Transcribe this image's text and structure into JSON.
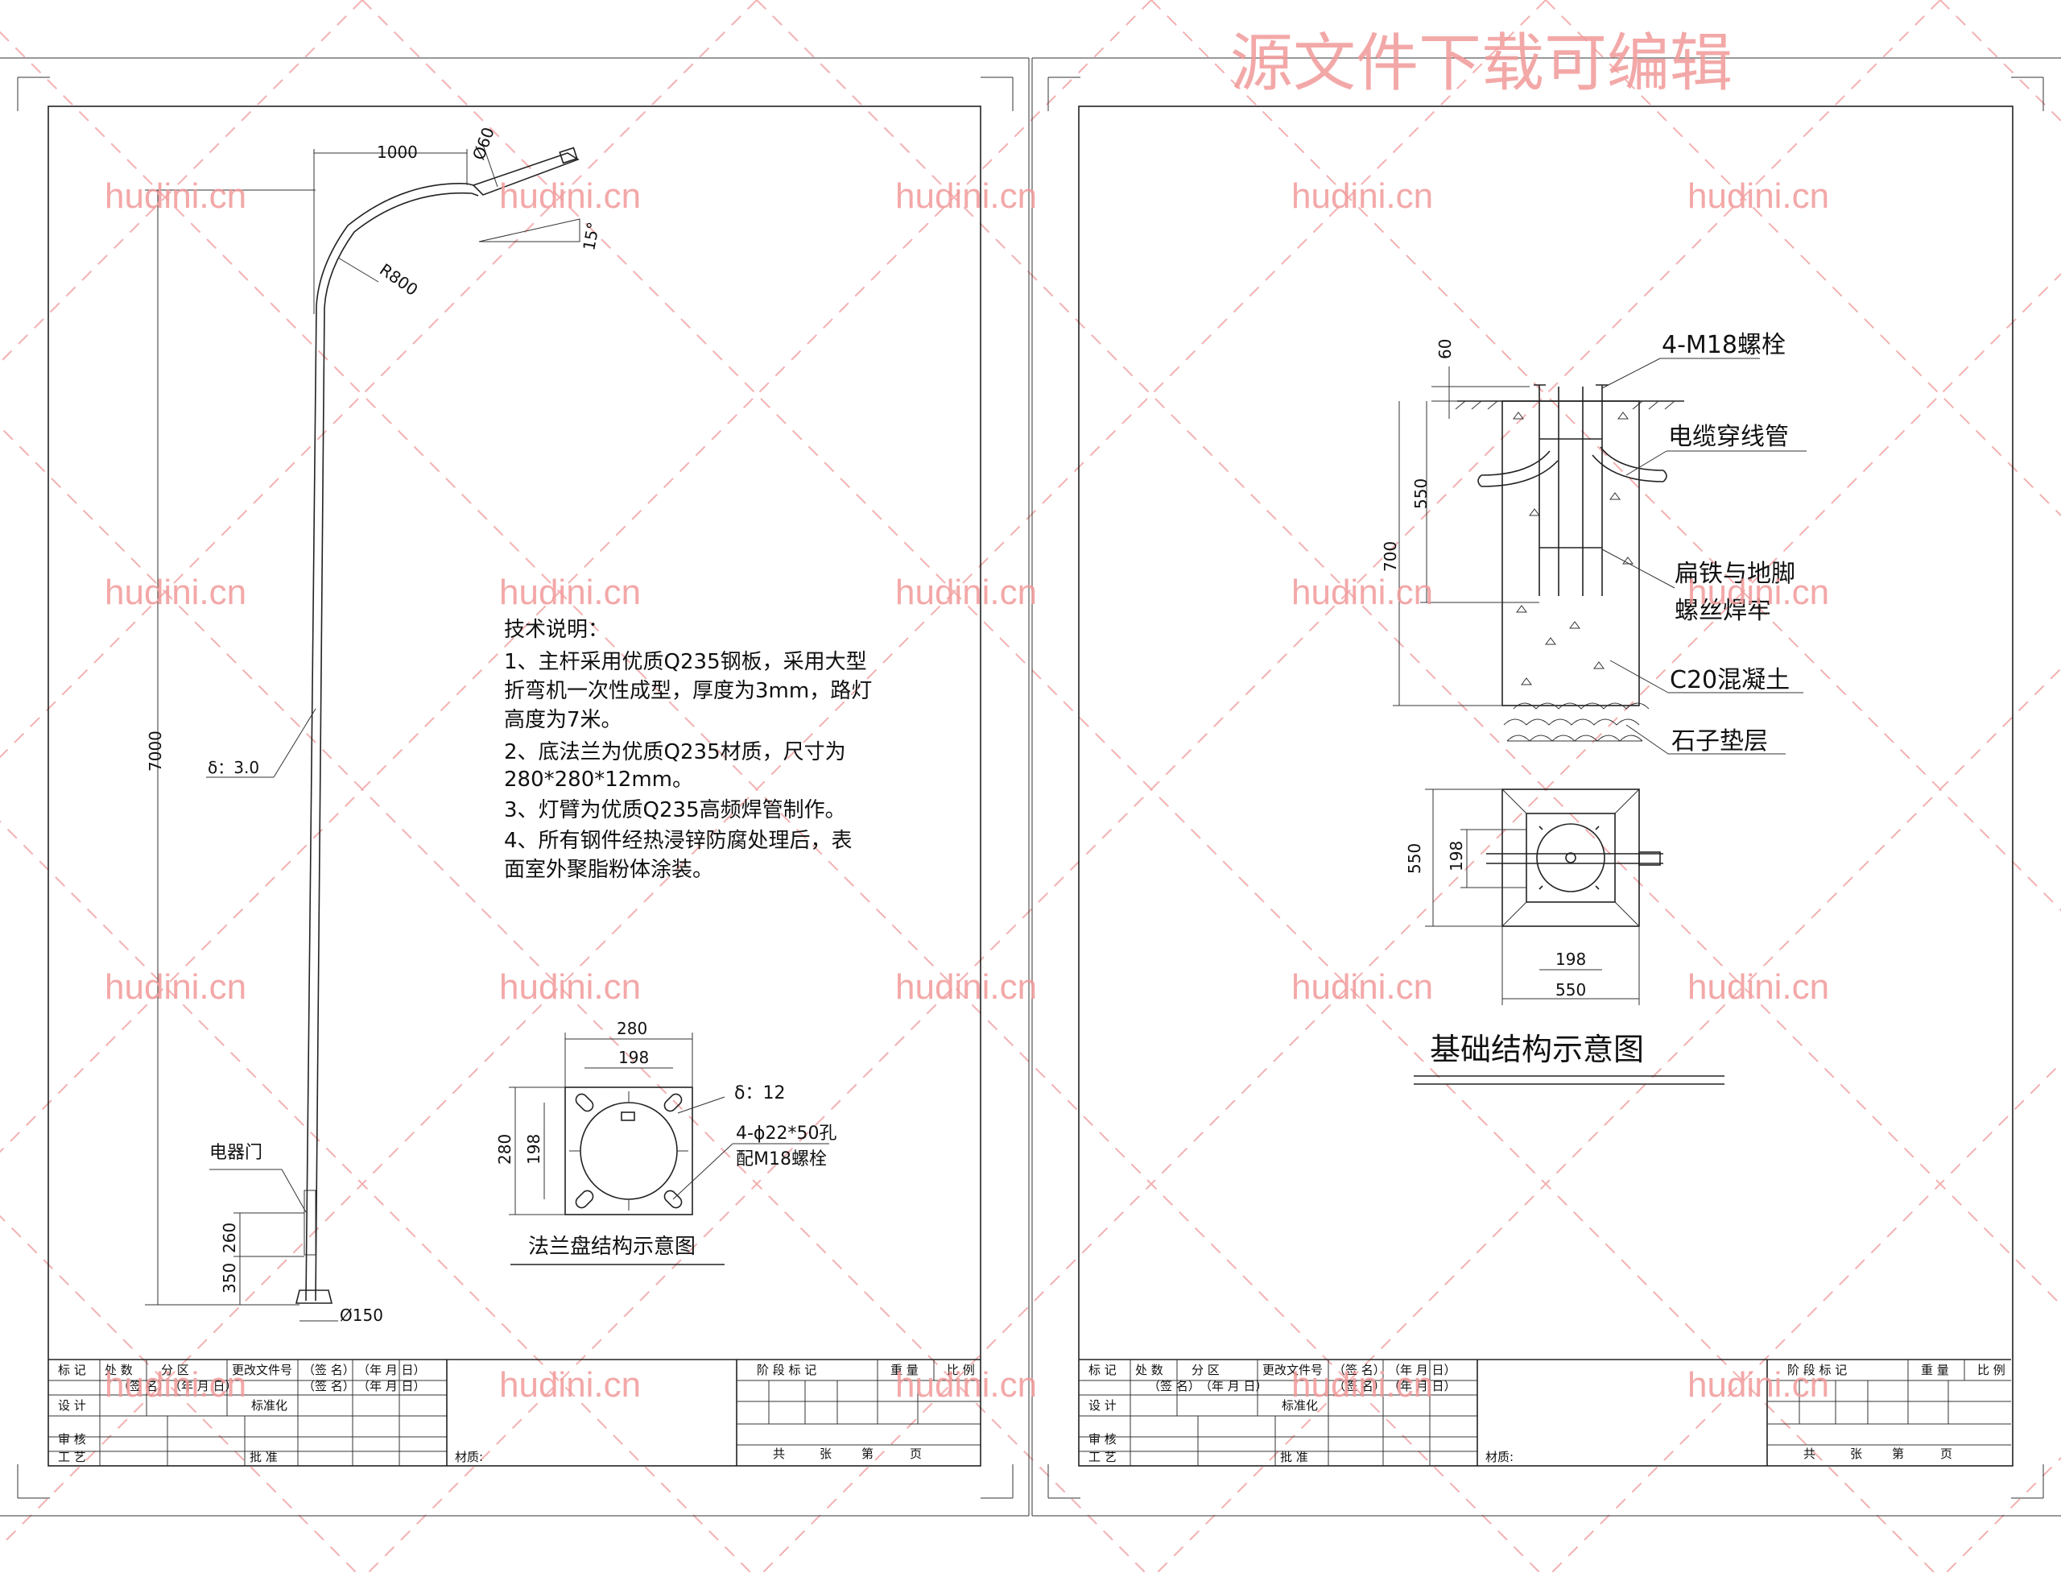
{
  "watermark": {
    "title": "源文件下载可编辑",
    "site": "hudini.cn"
  },
  "left_sheet": {
    "pole": {
      "arm_length": "1000",
      "arm_diameter": "Ø60",
      "arm_angle": "15°",
      "bend_radius": "R800",
      "height": "7000",
      "wall": "δ：3.0",
      "door_label": "电器门",
      "door_height": "260",
      "door_offset": "350",
      "base_diameter": "Ø150"
    },
    "notes": {
      "heading": "技术说明：",
      "lines": [
        "1、主杆采用优质Q235钢板，采用大型",
        "折弯机一次性成型，厚度为3mm，路灯",
        "高度为7米。",
        "2、底法兰为优质Q235材质，尺寸为",
        "280*280*12mm。",
        "3、灯臂为优质Q235高频焊管制作。",
        "4、所有钢件经热浸锌防腐处理后，表",
        "面室外聚脂粉体涂装。"
      ]
    },
    "flange": {
      "outer": "280",
      "inner": "198",
      "side_outer": "280",
      "side_inner": "198",
      "thickness": "δ：12",
      "holes": "4-ϕ22*50孔",
      "bolts": "配M18螺栓",
      "caption": "法兰盘结构示意图"
    }
  },
  "right_sheet": {
    "foundation": {
      "bolt_label": "4-M18螺栓",
      "pipe_label": "电缆穿线管",
      "weld_label_1": "扁铁与地脚",
      "weld_label_2": "螺丝焊牢",
      "concrete_label": "C20混凝土",
      "gravel_label": "石子垫层",
      "dim_top": "60",
      "dim_mid": "550",
      "dim_total": "700",
      "plan_side": "550",
      "plan_inner_side": "198",
      "plan_inner_bottom": "198",
      "plan_bottom": "550",
      "caption": "基础结构示意图"
    }
  },
  "title_block": {
    "mark": "标 记",
    "count": "处 数",
    "zone": "分 区",
    "change_doc": "更改文件号",
    "signature": "（签 名）",
    "date": "（年 月 日）",
    "design": "设 计",
    "standard": "标准化",
    "review": "审 核",
    "process": "工 艺",
    "approve": "批 准",
    "material": "材质:",
    "stage": "阶 段 标 记",
    "weight": "重 量",
    "scale": "比 例",
    "sheets_total": "共",
    "sheets_unit": "张",
    "sheet_no": "第",
    "page_unit": "页"
  }
}
